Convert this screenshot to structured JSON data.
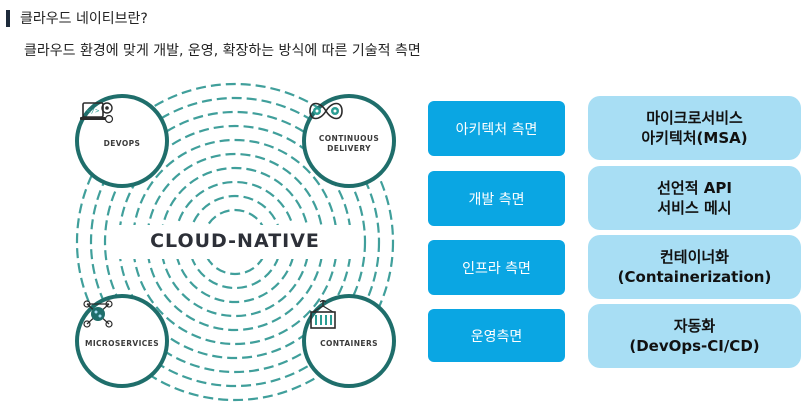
{
  "header": {
    "title": "클라우드 네이티브란?"
  },
  "subtitle": "클라우드 환경에 맞게 개발, 운영, 확장하는 방식에 따른 기술적 측면",
  "diagram": {
    "center": "CLOUD-NATIVE",
    "nodes": [
      {
        "id": "devops",
        "label": "DEVOPS",
        "icon": "devops-laptop-gear-icon"
      },
      {
        "id": "cd",
        "label": "CONTINUOUS\nDELIVERY",
        "icon": "infinity-gears-icon"
      },
      {
        "id": "micro",
        "label": "MICROSERVICES",
        "icon": "microservices-network-icon"
      },
      {
        "id": "containers",
        "label": "CONTAINERS",
        "icon": "container-crane-icon"
      }
    ],
    "colors": {
      "ring": "#1f6e6b",
      "dash": "#1f8f8a",
      "accent": "#2a9d93"
    }
  },
  "aspects": [
    {
      "label": "아키텍처 측면",
      "desc": "마이크로서비스\n아키텍처(MSA)"
    },
    {
      "label": "개발 측면",
      "desc": "선언적 API\n서비스 메시"
    },
    {
      "label": "인프라 측면",
      "desc": "컨테이너화\n(Containerization)"
    },
    {
      "label": "운영측면",
      "desc": "자동화\n(DevOps-CI/CD)"
    }
  ],
  "colors": {
    "pill": "#0aa6e3",
    "desc_bg": "#a8def4"
  }
}
